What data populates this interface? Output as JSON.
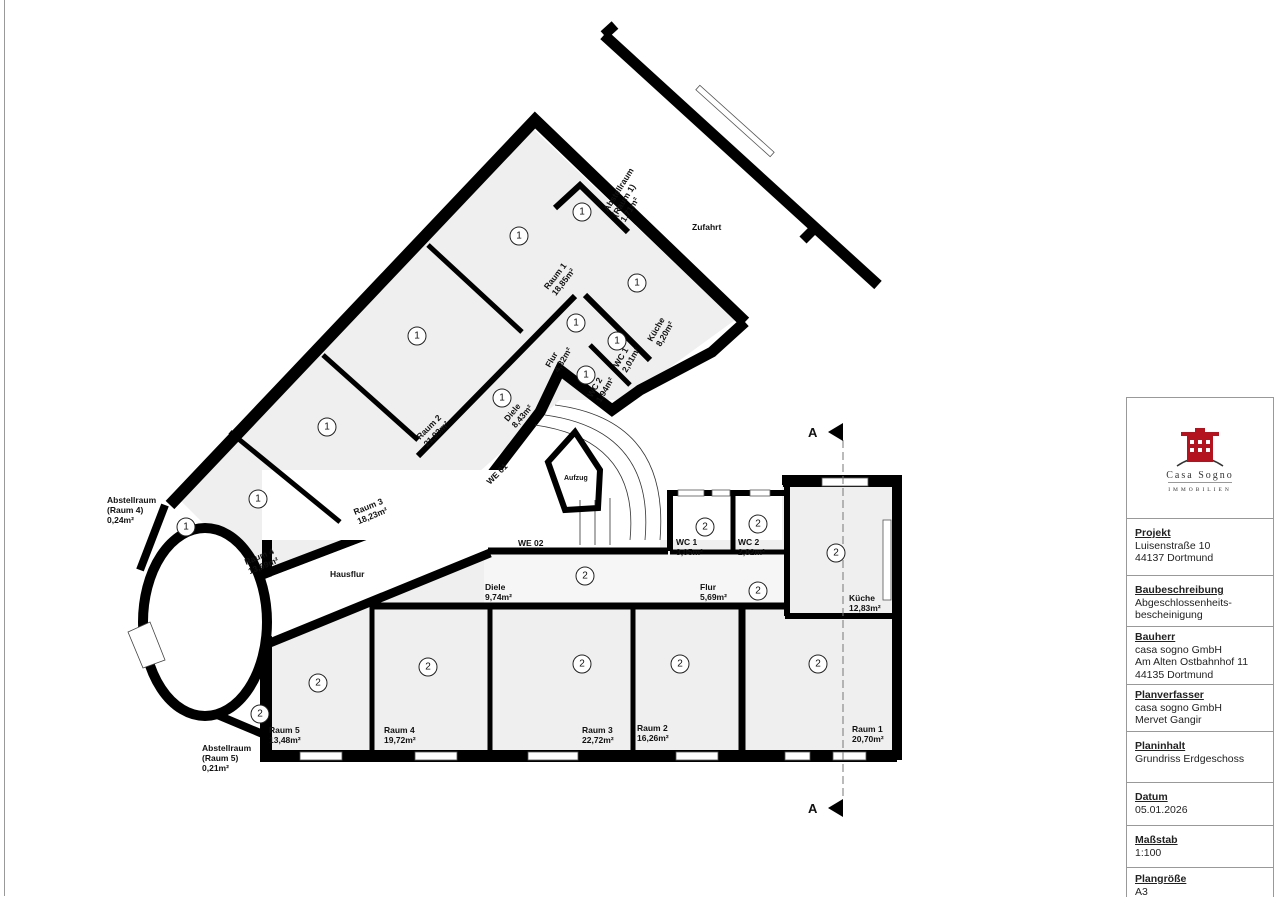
{
  "plan": {
    "unit_markers": [
      "1",
      "2"
    ],
    "unit1_rooms": [
      {
        "name": "Raum 1",
        "area": "18,85m²"
      },
      {
        "name": "Raum 2",
        "area": "21,93m²"
      },
      {
        "name": "Raum 3",
        "area": "18,23m²"
      },
      {
        "name": "Raum 4",
        "area": "13,69m²"
      },
      {
        "name": "Abstellraum",
        "sub": "(Raum 1)",
        "area": "1,71m²"
      },
      {
        "name": "Küche",
        "area": "8,20m²"
      },
      {
        "name": "Flur",
        "area": "4,32m²"
      },
      {
        "name": "WC 1",
        "area": "2,01m²"
      },
      {
        "name": "WC 2",
        "area": "1,94m²"
      },
      {
        "name": "Diele",
        "area": "8,43m²"
      },
      {
        "name": "Abstellraum",
        "sub": "(Raum 4)",
        "area": "0,24m²"
      }
    ],
    "unit2_rooms": [
      {
        "name": "Raum 1",
        "area": "20,70m²"
      },
      {
        "name": "Raum 2",
        "area": "16,26m²"
      },
      {
        "name": "Raum 3",
        "area": "22,72m²"
      },
      {
        "name": "Raum 4",
        "area": "19,72m²"
      },
      {
        "name": "Raum 5",
        "area": "13,48m²"
      },
      {
        "name": "Küche",
        "area": "12,83m²"
      },
      {
        "name": "Flur",
        "area": "5,69m²"
      },
      {
        "name": "WC 1",
        "area": "3,05m²"
      },
      {
        "name": "WC 2",
        "area": "2,82m²"
      },
      {
        "name": "Diele",
        "area": "9,74m²"
      },
      {
        "name": "Abstellraum",
        "sub": "(Raum 5)",
        "area": "0,21m²"
      }
    ],
    "labels": {
      "zufahrt": "Zufahrt",
      "hausflur": "Hausflur",
      "aufzug": "Aufzug",
      "we01": "WE 01",
      "we02": "WE 02",
      "section": "A"
    }
  },
  "title_block": {
    "logo": {
      "name": "Casa Sogno",
      "sub": "IMMOBILIEN",
      "color": "#b3121f"
    },
    "sections": [
      {
        "heading": "Projekt",
        "value": "Luisenstraße 10\n44137 Dortmund"
      },
      {
        "heading": "Baubeschreibung",
        "value": "Abgeschlossenheits-\nbescheinigung"
      },
      {
        "heading": "Bauherr",
        "value": "casa sogno GmbH\nAm Alten Ostbahnhof 11\n44135 Dortmund"
      },
      {
        "heading": "Planverfasser",
        "value": "casa sogno GmbH\nMervet Gangir"
      },
      {
        "heading": "Planinhalt",
        "value": "Grundriss Erdgeschoss"
      },
      {
        "heading": "Datum",
        "value": "05.01.2026"
      },
      {
        "heading": "Maßstab",
        "value": "1:100"
      },
      {
        "heading": "Plangröße",
        "value": "A3"
      }
    ]
  }
}
